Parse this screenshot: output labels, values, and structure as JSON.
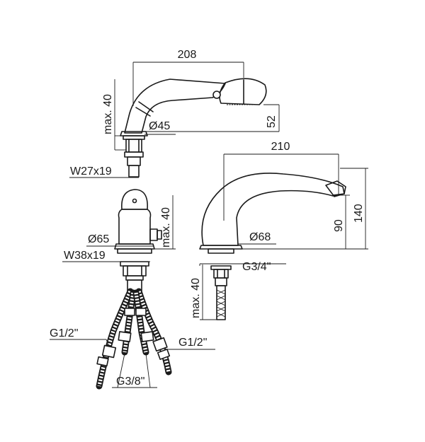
{
  "hand_shower": {
    "length": "208",
    "height": "52",
    "diameter": "Ø45",
    "max_depth": "max. 40",
    "nut": "W27x19"
  },
  "spout": {
    "length": "210",
    "height_outlet": "90",
    "height_total": "140",
    "diameter": "Ø68",
    "thread": "G3/4\"",
    "max_depth": "max. 40"
  },
  "mixer": {
    "diameter": "Ø65",
    "nut": "W38x19",
    "max_depth": "max. 40",
    "hose_left": "G1/2\"",
    "hose_right": "G1/2\"",
    "hose_center": "G3/8\""
  },
  "colors": {
    "line": "#1a1a1a",
    "background": "#ffffff"
  }
}
